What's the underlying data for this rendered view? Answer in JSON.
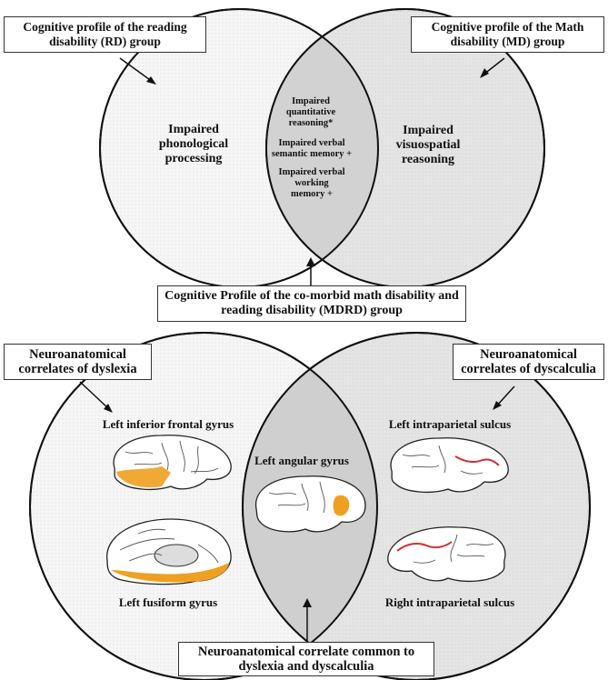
{
  "top": {
    "rd_label": "Cognitive profile of the reading disability (RD) group",
    "md_label": "Cognitive profile of the Math disability (MD) group",
    "mdrd_label": "Cognitive Profile of the co-morbid math disability and reading disability (MDRD) group",
    "rd_only": "Impaired phonological processing",
    "md_only": "Impaired visuospatial reasoning",
    "overlap": [
      "Impaired quantitative reasoning*",
      "Impaired verbal semantic memory +",
      "Impaired verbal working memory +"
    ]
  },
  "bottom": {
    "dyslexia_label": "Neuroanatomical correlates of dyslexia",
    "dyscalculia_label": "Neuroanatomical correlates of dyscalculia",
    "common_label": "Neuroanatomical correlate common to dyslexia and dyscalculia",
    "regions": {
      "left_ifg": "Left inferior frontal gyrus",
      "left_fusiform": "Left fusiform gyrus",
      "left_angular": "Left angular gyrus",
      "left_ips": "Left intraparietal sulcus",
      "right_ips": "Right intraparietal sulcus"
    }
  },
  "colors": {
    "left_circle_fill": "#f4f4f4",
    "right_circle_fill": "#e2e2e2",
    "overlap_fill": "#d0d0d0",
    "highlight_orange": "#f0a020",
    "highlight_red": "#d03030"
  }
}
